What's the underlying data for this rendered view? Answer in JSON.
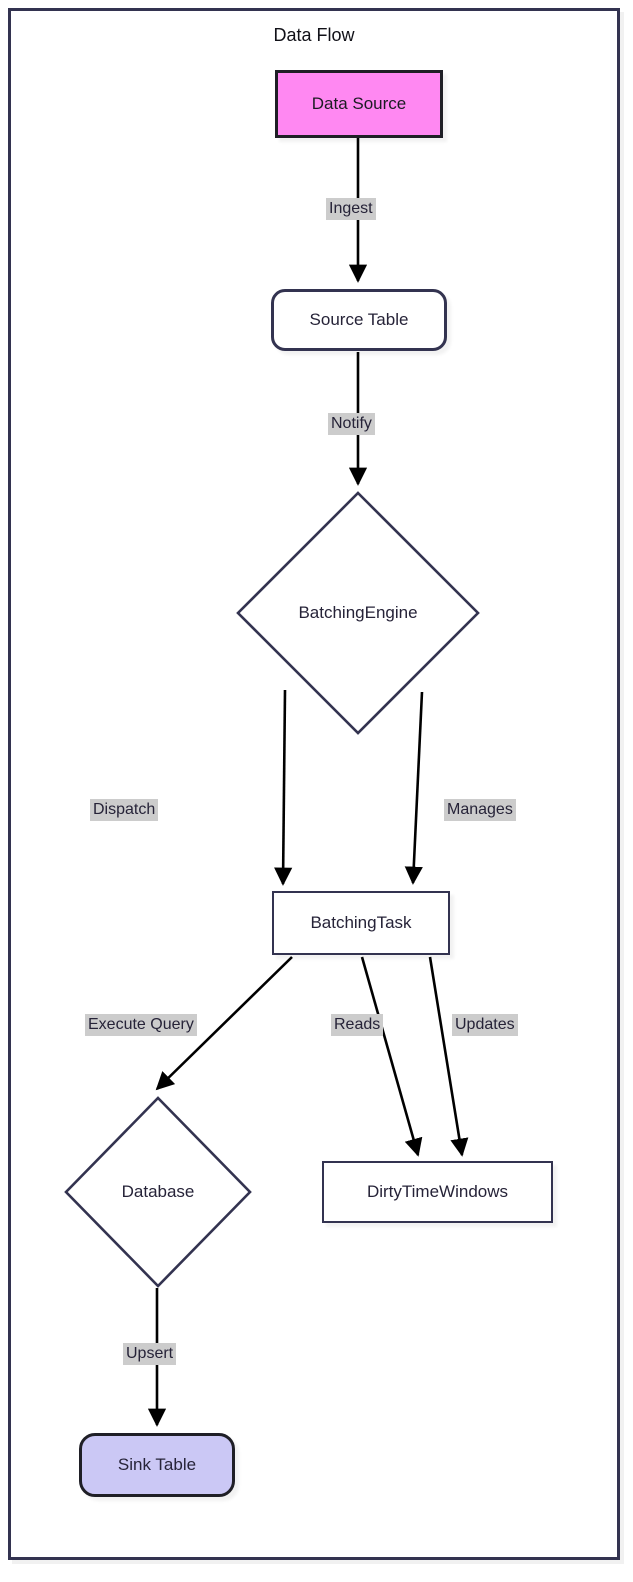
{
  "diagram": {
    "title": "Data Flow",
    "type": "flowchart",
    "direction": "top-down",
    "colors": {
      "frame_border": "#333350",
      "frame_fill": "#ffffff",
      "node_border": "#333350",
      "node_fill": "#ffffff",
      "node_text": "#262338",
      "data_source_fill": "#ff88f2",
      "sink_table_fill": "#cbc8f5",
      "edge_label_bg": "#cccccc",
      "edge_stroke": "#000000"
    },
    "nodes": [
      {
        "id": "data_source",
        "label": "Data Source",
        "shape": "rect",
        "fill": "#ff88f2"
      },
      {
        "id": "source_table",
        "label": "Source Table",
        "shape": "stadium",
        "fill": "#ffffff"
      },
      {
        "id": "batching_engine",
        "label": "BatchingEngine",
        "shape": "diamond",
        "fill": "#ffffff"
      },
      {
        "id": "batching_task",
        "label": "BatchingTask",
        "shape": "rect",
        "fill": "#ffffff"
      },
      {
        "id": "database",
        "label": "Database",
        "shape": "diamond",
        "fill": "#ffffff"
      },
      {
        "id": "dirty_time_windows",
        "label": "DirtyTimeWindows",
        "shape": "rect",
        "fill": "#ffffff"
      },
      {
        "id": "sink_table",
        "label": "Sink Table",
        "shape": "stadium",
        "fill": "#cbc8f5"
      }
    ],
    "edges": [
      {
        "from": "data_source",
        "to": "source_table",
        "label": "Ingest"
      },
      {
        "from": "source_table",
        "to": "batching_engine",
        "label": "Notify"
      },
      {
        "from": "batching_engine",
        "to": "batching_task",
        "label": "Dispatch"
      },
      {
        "from": "batching_engine",
        "to": "batching_task",
        "label": "Manages"
      },
      {
        "from": "batching_task",
        "to": "database",
        "label": "Execute Query"
      },
      {
        "from": "batching_task",
        "to": "dirty_time_windows",
        "label": "Reads"
      },
      {
        "from": "batching_task",
        "to": "dirty_time_windows",
        "label": "Updates"
      },
      {
        "from": "database",
        "to": "sink_table",
        "label": "Upsert"
      }
    ]
  }
}
